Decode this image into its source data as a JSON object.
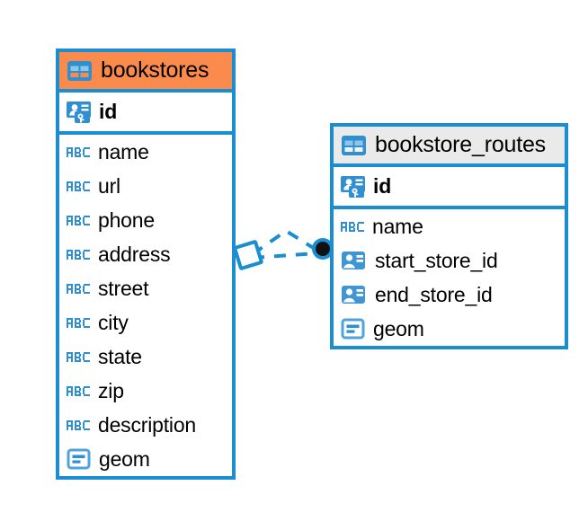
{
  "diagram": {
    "type": "entity-relationship-diagram",
    "background_color": "#ffffff",
    "accent_color": "#1a8ed1",
    "highlight_color": "#fb8b4c",
    "neutral_header_color": "#eaeaea"
  },
  "tables": [
    {
      "name": "bookstores",
      "header_style": "accent",
      "table_icon": "table-icon",
      "primary_key": {
        "label": "id",
        "icon": "primary-key-icon"
      },
      "fields": [
        {
          "label": "name",
          "icon": "abc-text-icon"
        },
        {
          "label": "url",
          "icon": "abc-text-icon"
        },
        {
          "label": "phone",
          "icon": "abc-text-icon"
        },
        {
          "label": "address",
          "icon": "abc-text-icon"
        },
        {
          "label": "street",
          "icon": "abc-text-icon"
        },
        {
          "label": "city",
          "icon": "abc-text-icon"
        },
        {
          "label": "state",
          "icon": "abc-text-icon"
        },
        {
          "label": "zip",
          "icon": "abc-text-icon"
        },
        {
          "label": "description",
          "icon": "abc-text-icon"
        },
        {
          "label": "geom",
          "icon": "geometry-icon"
        }
      ]
    },
    {
      "name": "bookstore_routes",
      "header_style": "neutral",
      "table_icon": "table-icon",
      "primary_key": {
        "label": "id",
        "icon": "primary-key-icon"
      },
      "fields": [
        {
          "label": "name",
          "icon": "abc-text-icon"
        },
        {
          "label": "start_store_id",
          "icon": "foreign-key-icon"
        },
        {
          "label": "end_store_id",
          "icon": "foreign-key-icon"
        },
        {
          "label": "geom",
          "icon": "geometry-icon"
        }
      ]
    }
  ],
  "relationship": {
    "from_table": "bookstores",
    "to_table": "bookstore_routes",
    "line_style": "dashed",
    "from_marker": "diamond-marker",
    "to_marker": "circle-marker",
    "color": "#1a8ed1"
  }
}
